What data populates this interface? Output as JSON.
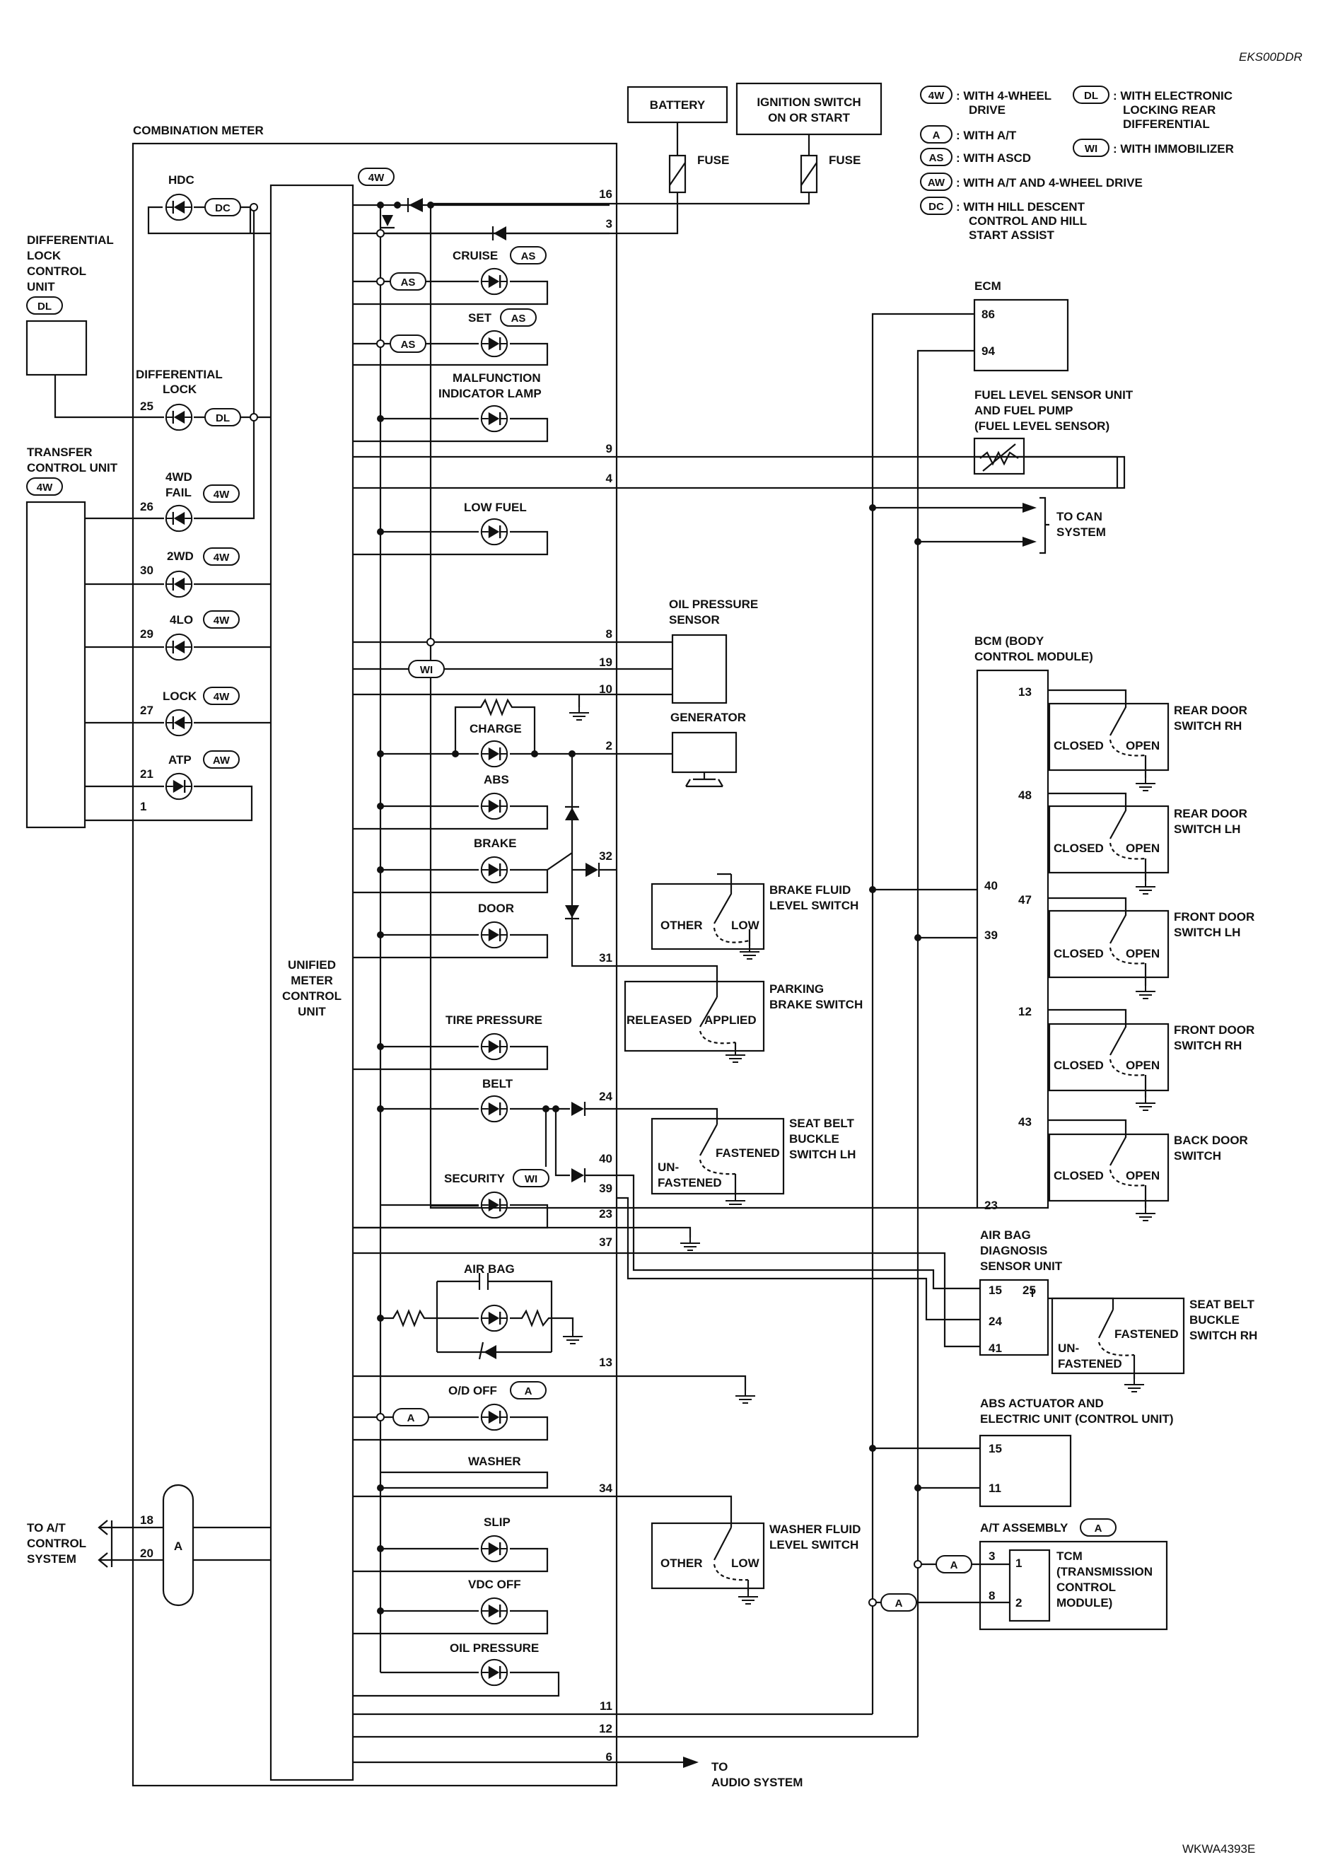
{
  "doc_code": "EKS00DDR",
  "figure_code": "WKWA4393E",
  "legend": [
    {
      "tag": "4W",
      "text": [
        "WITH 4-WHEEL",
        "DRIVE"
      ]
    },
    {
      "tag": "DL",
      "text": [
        "WITH ELECTRONIC",
        "LOCKING REAR",
        "DIFFERENTIAL"
      ]
    },
    {
      "tag": "A",
      "text": [
        "WITH A/T"
      ]
    },
    {
      "tag": "WI",
      "text": [
        "WITH IMMOBILIZER"
      ]
    },
    {
      "tag": "AS",
      "text": [
        "WITH ASCD"
      ]
    },
    {
      "tag": "AW",
      "text": [
        "WITH A/T AND 4-WHEEL DRIVE"
      ]
    },
    {
      "tag": "DC",
      "text": [
        "WITH HILL DESCENT",
        "CONTROL AND HILL",
        "START ASSIST"
      ]
    }
  ],
  "combination_meter": {
    "title": "COMBINATION METER",
    "umcu_label": [
      "UNIFIED",
      "METER",
      "CONTROL",
      "UNIT"
    ],
    "top_tag": "4W",
    "indicators": [
      {
        "name": "HDC",
        "tag": "DC"
      },
      {
        "name": "DIFFERENTIAL",
        "name2": "LOCK",
        "tag": "DL",
        "pin": "25"
      },
      {
        "name": "4WD",
        "name2": "FAIL",
        "tag": "4W",
        "pin": "26"
      },
      {
        "name": "2WD",
        "tag": "4W",
        "pin": "30"
      },
      {
        "name": "4LO",
        "tag": "4W",
        "pin": "29"
      },
      {
        "name": "LOCK",
        "tag": "4W",
        "pin": "27"
      },
      {
        "name": "ATP",
        "tag": "AW",
        "pin": "21",
        "pin2": "1"
      },
      {
        "name": "CRUISE",
        "tag": "AS"
      },
      {
        "name": "SET",
        "tag": "AS"
      },
      {
        "name": "MALFUNCTION",
        "name2": "INDICATOR LAMP"
      },
      {
        "name": "LOW FUEL"
      },
      {
        "name": "CHARGE"
      },
      {
        "name": "ABS"
      },
      {
        "name": "BRAKE"
      },
      {
        "name": "DOOR"
      },
      {
        "name": "TIRE PRESSURE"
      },
      {
        "name": "BELT"
      },
      {
        "name": "SECURITY",
        "tag": "WI"
      },
      {
        "name": "AIR BAG"
      },
      {
        "name": "O/D OFF",
        "tag": "A"
      },
      {
        "name": "WASHER"
      },
      {
        "name": "SLIP"
      },
      {
        "name": "VDC OFF"
      },
      {
        "name": "OIL PRESSURE"
      }
    ],
    "inline_tags": [
      "AS",
      "AS",
      "WI",
      "A",
      "A"
    ],
    "right_pins": [
      "16",
      "3",
      "9",
      "4",
      "8",
      "19",
      "10",
      "2",
      "32",
      "31",
      "24",
      "40",
      "39",
      "23",
      "37",
      "13",
      "34",
      "11",
      "12",
      "6"
    ],
    "ta_pins": [
      "18",
      "20"
    ],
    "ta_tag": "A"
  },
  "battery": "BATTERY",
  "ignition": [
    "IGNITION SWITCH",
    "ON OR START"
  ],
  "fuse": "FUSE",
  "diff_lock_unit": {
    "label": [
      "DIFFERENTIAL",
      "LOCK",
      "CONTROL",
      "UNIT"
    ],
    "tag": "DL"
  },
  "transfer_unit": {
    "label": [
      "TRANSFER",
      "CONTROL UNIT"
    ],
    "tag": "4W"
  },
  "ecm": {
    "label": "ECM",
    "pins": [
      "86",
      "94"
    ]
  },
  "fuel_sensor": [
    "FUEL LEVEL SENSOR UNIT",
    "AND FUEL PUMP",
    "(FUEL LEVEL SENSOR)"
  ],
  "to_can": [
    "TO CAN",
    "SYSTEM"
  ],
  "oil_sensor": [
    "OIL PRESSURE",
    "SENSOR"
  ],
  "generator": "GENERATOR",
  "brake_fluid": {
    "label": [
      "BRAKE FLUID",
      "LEVEL SWITCH"
    ],
    "other": "OTHER",
    "low": "LOW"
  },
  "parking_brake": {
    "label": [
      "PARKING",
      "BRAKE SWITCH"
    ],
    "released": "RELEASED",
    "applied": "APPLIED"
  },
  "seat_belt_lh": {
    "label": [
      "SEAT BELT",
      "BUCKLE",
      "SWITCH LH"
    ],
    "fastened": "FASTENED",
    "unf": [
      "UN-",
      "FASTENED"
    ]
  },
  "seat_belt_rh": {
    "label": [
      "SEAT BELT",
      "BUCKLE",
      "SWITCH RH"
    ],
    "fastened": "FASTENED",
    "unf": [
      "UN-",
      "FASTENED"
    ]
  },
  "bcm": {
    "label": [
      "BCM (BODY",
      "CONTROL MODULE)"
    ],
    "pins": [
      "13",
      "48",
      "40",
      "47",
      "39",
      "12",
      "43",
      "23"
    ]
  },
  "door_switches": [
    {
      "label": [
        "REAR DOOR",
        "SWITCH RH"
      ]
    },
    {
      "label": [
        "REAR DOOR",
        "SWITCH LH"
      ]
    },
    {
      "label": [
        "FRONT DOOR",
        "SWITCH LH"
      ]
    },
    {
      "label": [
        "FRONT DOOR",
        "SWITCH RH"
      ]
    },
    {
      "label": [
        "BACK DOOR",
        "SWITCH"
      ]
    }
  ],
  "closed": "CLOSED",
  "open": "OPEN",
  "airbag_unit": {
    "label": [
      "AIR BAG",
      "DIAGNOSIS",
      "SENSOR UNIT"
    ],
    "pins": [
      "15",
      "25",
      "24",
      "41"
    ]
  },
  "abs_unit": {
    "label": [
      "ABS ACTUATOR AND",
      "ELECTRIC UNIT (CONTROL UNIT)"
    ],
    "pins": [
      "15",
      "11"
    ]
  },
  "at_assembly": {
    "label": "A/T ASSEMBLY",
    "tag": "A",
    "tcm": [
      "TCM",
      "(TRANSMISSION",
      "CONTROL",
      "MODULE)"
    ],
    "pins": [
      "3",
      "8",
      "1",
      "2"
    ],
    "wire_tag": "A"
  },
  "washer_fluid": {
    "label": [
      "WASHER FLUID",
      "LEVEL SWITCH"
    ],
    "other": "OTHER",
    "low": "LOW"
  },
  "to_at": [
    "TO A/T",
    "CONTROL",
    "SYSTEM"
  ],
  "to_audio": [
    "TO",
    "AUDIO SYSTEM"
  ]
}
